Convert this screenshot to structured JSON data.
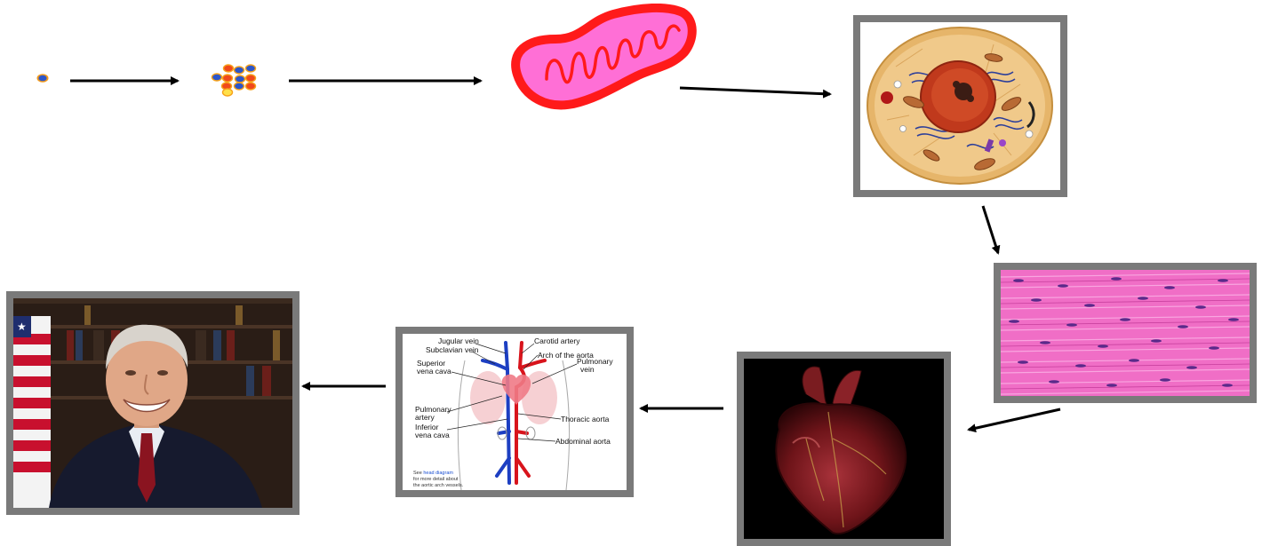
{
  "steps": [
    {
      "id": "atom",
      "icon": "atom-icon"
    },
    {
      "id": "molecule",
      "icon": "molecule-icon"
    },
    {
      "id": "organelle",
      "icon": "mitochondrion-icon"
    },
    {
      "id": "cell",
      "icon": "cell-image"
    },
    {
      "id": "tissue",
      "icon": "muscle-tissue-image"
    },
    {
      "id": "organ",
      "icon": "heart-image"
    },
    {
      "id": "organ_system",
      "icon": "circulatory-system-image"
    },
    {
      "id": "organism",
      "icon": "person-portrait-image"
    }
  ],
  "circulatory_diagram": {
    "labels": {
      "jugular_vein": "Jugular vein",
      "subclavian_vein": "Subclavian vein",
      "carotid_artery": "Carotid artery",
      "arch_of_aorta": "Arch of the aorta",
      "superior_vena_cava_1": "Superior",
      "superior_vena_cava_2": "vena cava",
      "pulmonary_vein_1": "Pulmonary",
      "pulmonary_vein_2": "vein",
      "pulmonary_artery_1": "Pulmonary",
      "pulmonary_artery_2": "artery",
      "inferior_vena_cava_1": "Inferior",
      "inferior_vena_cava_2": "vena cava",
      "thoracic_aorta": "Thoracic aorta",
      "abdominal_aorta": "Abdominal aorta"
    },
    "footnote": {
      "line1_prefix": "See ",
      "line1_link": "head diagram",
      "line2": "for more detail about",
      "line3": "the aortic arch vessels."
    }
  },
  "colors": {
    "frame": "#7a7a7a",
    "arrow": "#000000",
    "artery_red": "#d8141c",
    "vein_blue": "#1d3fc2",
    "mitochondrion_outer": "#ff1a1a",
    "mitochondrion_inner": "#ff6fd6"
  }
}
